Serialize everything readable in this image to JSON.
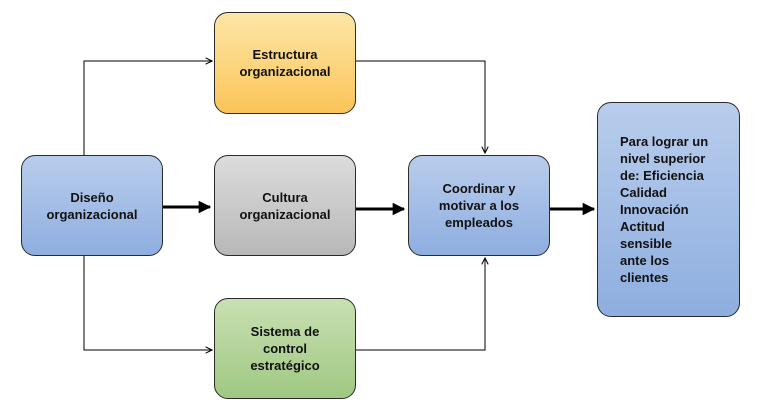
{
  "boxes": {
    "diseno": {
      "line1": "Diseño",
      "line2": "organizacional"
    },
    "estructura": {
      "line1": "Estructura",
      "line2": "organizacional"
    },
    "cultura": {
      "line1": "Cultura",
      "line2": "organizacional"
    },
    "sistema": {
      "line1": "Sistema de",
      "line2": "control",
      "line3": "estratégico"
    },
    "coordinar": {
      "line1": "Coordinar y",
      "line2": "motivar a los",
      "line3": "empleados"
    },
    "lograr": {
      "lines": [
        "Para lograr un",
        "nivel superior",
        "de: Eficiencia",
        "Calidad",
        "Innovación",
        "Actitud",
        "sensible",
        "ante los",
        "clientes"
      ]
    }
  },
  "colors": {
    "blue": "#8eaee0",
    "orange": "#fbc559",
    "gray": "#b8b8b8",
    "green": "#9fc882",
    "connector": "#000000"
  }
}
